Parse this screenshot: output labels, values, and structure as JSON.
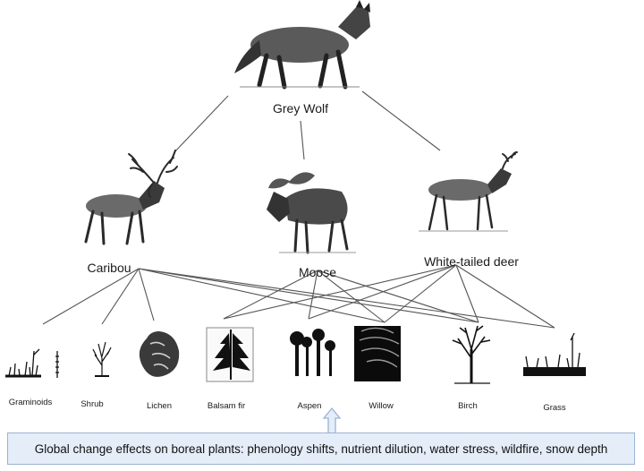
{
  "predator": {
    "label": "Grey Wolf"
  },
  "herbivores": [
    {
      "id": "caribou",
      "label": "Caribou"
    },
    {
      "id": "moose",
      "label": "Moose"
    },
    {
      "id": "deer",
      "label": "White-tailed deer"
    }
  ],
  "plants": [
    {
      "id": "graminoids",
      "label": "Graminoids"
    },
    {
      "id": "shrub",
      "label": "Shrub"
    },
    {
      "id": "lichen",
      "label": "Lichen"
    },
    {
      "id": "balsam",
      "label": "Balsam fir"
    },
    {
      "id": "aspen",
      "label": "Aspen"
    },
    {
      "id": "willow",
      "label": "Willow"
    },
    {
      "id": "birch",
      "label": "Birch"
    },
    {
      "id": "grass",
      "label": "Grass"
    }
  ],
  "links": [
    [
      "wolf",
      "caribou"
    ],
    [
      "wolf",
      "moose"
    ],
    [
      "wolf",
      "deer"
    ],
    [
      "caribou",
      "graminoids"
    ],
    [
      "caribou",
      "shrub"
    ],
    [
      "caribou",
      "lichen"
    ],
    [
      "caribou",
      "willow"
    ],
    [
      "caribou",
      "birch"
    ],
    [
      "caribou",
      "grass"
    ],
    [
      "moose",
      "balsam"
    ],
    [
      "moose",
      "aspen"
    ],
    [
      "moose",
      "willow"
    ],
    [
      "moose",
      "birch"
    ],
    [
      "deer",
      "balsam"
    ],
    [
      "deer",
      "aspen"
    ],
    [
      "deer",
      "willow"
    ],
    [
      "deer",
      "birch"
    ],
    [
      "deer",
      "grass"
    ]
  ],
  "footer": {
    "text": "Global change effects on boreal plants: phenology shifts, nutrient dilution, water stress, wildfire, snow depth"
  }
}
